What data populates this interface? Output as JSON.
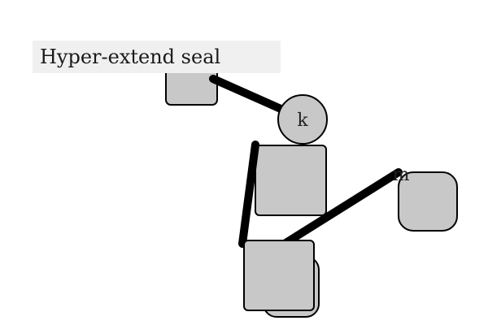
{
  "label": {
    "text": "Hyper-extend seal"
  },
  "nodes": {
    "k": "k",
    "m": "m"
  },
  "colors": {
    "shape_fill": "#c8c8c8",
    "shape_stroke": "#000000",
    "connector": "#000000",
    "label_background": "#f0f0f0"
  }
}
